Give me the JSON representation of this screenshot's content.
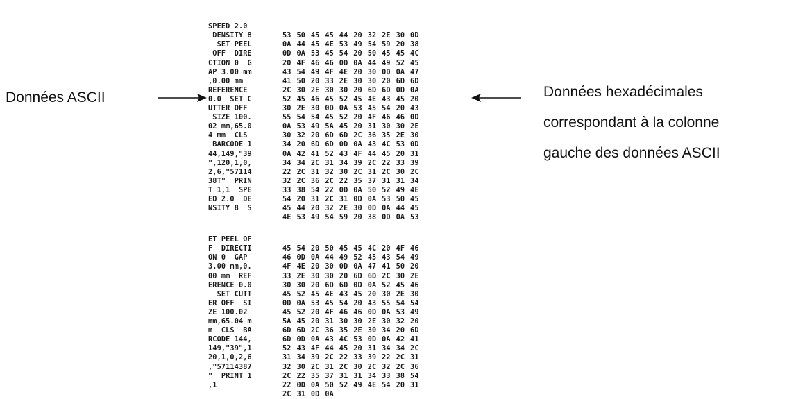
{
  "labels": {
    "left": "Données ASCII",
    "right": [
      "Données hexadécimales",
      "correspondant à la colonne",
      "gauche des données ASCII"
    ]
  },
  "colors": {
    "text": "#1a1a1a",
    "arrow": "#111111"
  },
  "dump": {
    "block1": {
      "ascii": [
        "SPEED 2.0",
        " DENSITY 8",
        "  SET PEEL",
        " OFF  DIRE",
        "CTION 0  G",
        "AP 3.00 mm",
        ",0.00 mm",
        "REFERENCE",
        "0.0  SET C",
        "UTTER OFF",
        " SIZE 100.",
        "02 mm,65.0",
        "4 mm  CLS",
        " BARCODE 1",
        "44,149,\"39",
        "\",120,1,0,",
        "2,6,\"57114",
        "38T\"  PRIN",
        "T 1,1  SPE",
        "ED 2.0  DE",
        "NSITY 8  S"
      ],
      "hex": [
        "53 50 45 45 44 20 32 2E 30 0D",
        "0A 44 45 4E 53 49 54 59 20 38",
        "0D 0A 53 45 54 20 50 45 45 4C",
        "20 4F 46 46 0D 0A 44 49 52 45",
        "43 54 49 4F 4E 20 30 0D 0A 47",
        "41 50 20 33 2E 30 30 20 6D 6D",
        "2C 30 2E 30 30 20 6D 6D 0D 0A",
        "52 45 46 45 52 45 4E 43 45 20",
        "30 2E 30 0D 0A 53 45 54 20 43",
        "55 54 54 45 52 20 4F 46 46 0D",
        "0A 53 49 5A 45 20 31 30 30 2E",
        "30 32 20 6D 6D 2C 36 35 2E 30",
        "34 20 6D 6D 0D 0A 43 4C 53 0D",
        "0A 42 41 52 43 4F 44 45 20 31",
        "34 34 2C 31 34 39 2C 22 33 39",
        "22 2C 31 32 30 2C 31 2C 30 2C",
        "32 2C 36 2C 22 35 37 31 31 34",
        "33 38 54 22 0D 0A 50 52 49 4E",
        "54 20 31 2C 31 0D 0A 53 50 45",
        "45 44 20 32 2E 30 0D 0A 44 45",
        "4E 53 49 54 59 20 38 0D 0A 53"
      ]
    },
    "block2": {
      "ascii": [
        "ET PEEL OF",
        "F  DIRECTI",
        "ON 0  GAP",
        "3.00 mm,0.",
        "00 mm  REF",
        "ERENCE 0.0",
        "  SET CUTT",
        "ER OFF  SI",
        "ZE 100.02",
        "mm,65.04 m",
        "m  CLS  BA",
        "RCODE 144,",
        "149,\"39\",1",
        "20,1,0,2,6",
        ",\"57114387",
        "\"  PRINT 1",
        ",1"
      ],
      "hex": [
        "45 54 20 50 45 45 4C 20 4F 46",
        "46 0D 0A 44 49 52 45 43 54 49",
        "4F 4E 20 30 0D 0A 47 41 50 20",
        "33 2E 30 30 20 6D 6D 2C 30 2E",
        "30 30 20 6D 6D 0D 0A 52 45 46",
        "45 52 45 4E 43 45 20 30 2E 30",
        "0D 0A 53 45 54 20 43 55 54 54",
        "45 52 20 4F 46 46 0D 0A 53 49",
        "5A 45 20 31 30 30 2E 30 32 20",
        "6D 6D 2C 36 35 2E 30 34 20 6D",
        "6D 0D 0A 43 4C 53 0D 0A 42 41",
        "52 43 4F 44 45 20 31 34 34 2C",
        "31 34 39 2C 22 33 39 22 2C 31",
        "32 30 2C 31 2C 30 2C 32 2C 36",
        "2C 22 35 37 31 31 34 33 38 54",
        "22 0D 0A 50 52 49 4E 54 20 31",
        "2C 31 0D 0A"
      ]
    }
  }
}
